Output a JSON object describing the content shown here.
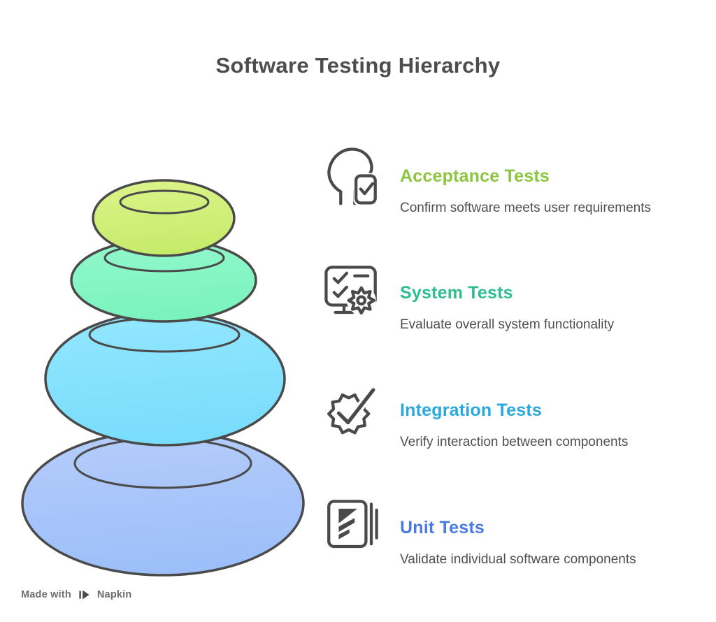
{
  "page": {
    "title": "Software Testing Hierarchy",
    "title_color": "#4D4D4D",
    "background_color": "#ffffff"
  },
  "colors": {
    "outline": "#4A4A4A",
    "description_text": "#4F4F4F"
  },
  "levels": [
    {
      "id": "acceptance",
      "title": "Acceptance Tests",
      "description": "Confirm software meets user requirements",
      "title_color": "#8CC63F",
      "icon": "user-check-icon",
      "stone_fill": "#C6EB6B",
      "stone_fill_light": "#DCF48A"
    },
    {
      "id": "system",
      "title": "System Tests",
      "description": "Evaluate overall system functionality",
      "title_color": "#2EBD8F",
      "icon": "checklist-gear-icon",
      "stone_fill": "#7BF3BD",
      "stone_fill_light": "#93F8CD"
    },
    {
      "id": "integration",
      "title": "Integration Tests",
      "description": "Verify interaction between components",
      "title_color": "#29A8DF",
      "icon": "badge-check-icon",
      "stone_fill": "#7ADDFC",
      "stone_fill_light": "#93E7FE"
    },
    {
      "id": "unit",
      "title": "Unit Tests",
      "description": "Validate individual software components",
      "title_color": "#4A7BE5",
      "icon": "test-script-icon",
      "stone_fill": "#9DBFF9",
      "stone_fill_light": "#B5CDFB"
    }
  ],
  "footer": {
    "made_with": "Made with",
    "brand": "Napkin"
  }
}
